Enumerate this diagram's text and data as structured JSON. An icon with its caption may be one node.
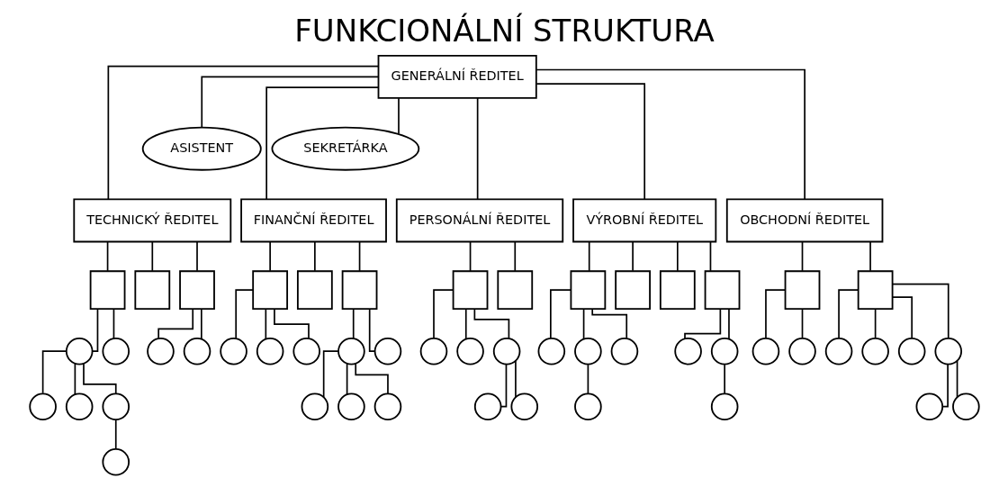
{
  "diagram": {
    "title": "FUNKCIONÁLNÍ STRUKTURA",
    "nodes": [
      {
        "text": [
          "GENERÁLNÍ ŘEDITEL"
        ]
      },
      {
        "text": [
          "ASISTENT"
        ]
      },
      {
        "text": [
          "SEKRETÁRKA"
        ]
      },
      {
        "text": [
          "TECHNICKÝ ŘEDITEL"
        ]
      },
      {
        "text": [
          "FINANČNÍ ŘEDITEL"
        ]
      },
      {
        "text": [
          "PERSONÁLNÍ ŘEDITEL"
        ]
      },
      {
        "text": [
          "VÝROBNÍ ŘEDITEL"
        ]
      },
      {
        "text": [
          "OBCHODNÍ ŘEDITEL"
        ]
      },
      {
        "text": [],
        "shape": "box"
      },
      {
        "text": [],
        "shape": "box"
      },
      {
        "text": [],
        "shape": "box"
      },
      {
        "text": [],
        "shape": "box"
      },
      {
        "text": [],
        "shape": "box"
      },
      {
        "text": [],
        "shape": "box"
      },
      {
        "text": [],
        "shape": "box"
      },
      {
        "text": [],
        "shape": "box"
      },
      {
        "text": [],
        "shape": "box"
      },
      {
        "text": [],
        "shape": "box"
      },
      {
        "text": [],
        "shape": "box"
      },
      {
        "text": [],
        "shape": "box"
      },
      {
        "text": [],
        "shape": "box"
      },
      {
        "text": [],
        "shape": "box"
      },
      {
        "text": [],
        "shape": "circle"
      },
      {
        "text": [],
        "shape": "circle"
      },
      {
        "text": [],
        "shape": "circle"
      },
      {
        "text": [],
        "shape": "circle"
      },
      {
        "text": [],
        "shape": "circle"
      },
      {
        "text": [],
        "shape": "circle"
      },
      {
        "text": [],
        "shape": "circle"
      },
      {
        "text": [],
        "shape": "circle"
      },
      {
        "text": [],
        "shape": "circle"
      },
      {
        "text": [],
        "shape": "circle"
      },
      {
        "text": [],
        "shape": "circle"
      },
      {
        "text": [],
        "shape": "circle"
      },
      {
        "text": [],
        "shape": "circle"
      },
      {
        "text": [],
        "shape": "circle"
      },
      {
        "text": [],
        "shape": "circle"
      },
      {
        "text": [],
        "shape": "circle"
      },
      {
        "text": [],
        "shape": "circle"
      },
      {
        "text": [],
        "shape": "circle"
      },
      {
        "text": [],
        "shape": "circle"
      },
      {
        "text": [],
        "shape": "circle"
      },
      {
        "text": [],
        "shape": "circle"
      },
      {
        "text": [],
        "shape": "circle"
      },
      {
        "text": [],
        "shape": "circle"
      },
      {
        "text": [],
        "shape": "circle"
      },
      {
        "text": [],
        "shape": "circle"
      },
      {
        "text": [],
        "shape": "circle"
      },
      {
        "text": [],
        "shape": "circle"
      },
      {
        "text": [],
        "shape": "circle"
      },
      {
        "text": [],
        "shape": "circle"
      },
      {
        "text": [],
        "shape": "circle"
      },
      {
        "text": [],
        "shape": "circle"
      },
      {
        "text": [],
        "shape": "circle"
      },
      {
        "text": [],
        "shape": "circle"
      },
      {
        "text": [],
        "shape": "circle"
      },
      {
        "text": [],
        "shape": "circle"
      },
      {
        "text": [],
        "shape": "circle"
      }
    ],
    "edges": [
      {
        "from": 0,
        "to": 1,
        "arrow": "none"
      },
      {
        "from": 0,
        "to": 2,
        "arrow": "none"
      },
      {
        "from": 0,
        "to": 3,
        "arrow": "none"
      },
      {
        "from": 0,
        "to": 4,
        "arrow": "none"
      },
      {
        "from": 0,
        "to": 5,
        "arrow": "none"
      },
      {
        "from": 0,
        "to": 6,
        "arrow": "none"
      },
      {
        "from": 0,
        "to": 7,
        "arrow": "none"
      },
      {
        "from": 3,
        "to": 8,
        "arrow": "none"
      },
      {
        "from": 3,
        "to": 9,
        "arrow": "none"
      },
      {
        "from": 3,
        "to": 10,
        "arrow": "none"
      },
      {
        "from": 4,
        "to": 11,
        "arrow": "none"
      },
      {
        "from": 4,
        "to": 12,
        "arrow": "none"
      },
      {
        "from": 4,
        "to": 13,
        "arrow": "none"
      },
      {
        "from": 5,
        "to": 14,
        "arrow": "none"
      },
      {
        "from": 5,
        "to": 15,
        "arrow": "none"
      },
      {
        "from": 6,
        "to": 16,
        "arrow": "none"
      },
      {
        "from": 6,
        "to": 17,
        "arrow": "none"
      },
      {
        "from": 6,
        "to": 18,
        "arrow": "none"
      },
      {
        "from": 6,
        "to": 19,
        "arrow": "none"
      },
      {
        "from": 7,
        "to": 20,
        "arrow": "none"
      },
      {
        "from": 7,
        "to": 21,
        "arrow": "none"
      },
      {
        "from": 8,
        "to": 22,
        "arrow": "none"
      },
      {
        "from": 8,
        "to": 23,
        "arrow": "none"
      },
      {
        "from": 10,
        "to": 24,
        "arrow": "none"
      },
      {
        "from": 10,
        "to": 25,
        "arrow": "none"
      },
      {
        "from": 11,
        "to": 26,
        "arrow": "none"
      },
      {
        "from": 11,
        "to": 27,
        "arrow": "none"
      },
      {
        "from": 11,
        "to": 28,
        "arrow": "none"
      },
      {
        "from": 13,
        "to": 29,
        "arrow": "none"
      },
      {
        "from": 13,
        "to": 30,
        "arrow": "none"
      },
      {
        "from": 14,
        "to": 31,
        "arrow": "none"
      },
      {
        "from": 14,
        "to": 32,
        "arrow": "none"
      },
      {
        "from": 14,
        "to": 33,
        "arrow": "none"
      },
      {
        "from": 16,
        "to": 34,
        "arrow": "none"
      },
      {
        "from": 16,
        "to": 35,
        "arrow": "none"
      },
      {
        "from": 16,
        "to": 36,
        "arrow": "none"
      },
      {
        "from": 19,
        "to": 37,
        "arrow": "none"
      },
      {
        "from": 19,
        "to": 38,
        "arrow": "none"
      },
      {
        "from": 20,
        "to": 39,
        "arrow": "none"
      },
      {
        "from": 20,
        "to": 40,
        "arrow": "none"
      },
      {
        "from": 21,
        "to": 41,
        "arrow": "none"
      },
      {
        "from": 21,
        "to": 42,
        "arrow": "none"
      },
      {
        "from": 21,
        "to": 43,
        "arrow": "none"
      },
      {
        "from": 21,
        "to": 44,
        "arrow": "none"
      },
      {
        "from": 22,
        "to": 45,
        "arrow": "none"
      },
      {
        "from": 22,
        "to": 46,
        "arrow": "none"
      },
      {
        "from": 22,
        "to": 47,
        "arrow": "none"
      },
      {
        "from": 29,
        "to": 48,
        "arrow": "none"
      },
      {
        "from": 29,
        "to": 49,
        "arrow": "none"
      },
      {
        "from": 29,
        "to": 50,
        "arrow": "none"
      },
      {
        "from": 33,
        "to": 51,
        "arrow": "none"
      },
      {
        "from": 33,
        "to": 52,
        "arrow": "none"
      },
      {
        "from": 35,
        "to": 53,
        "arrow": "none"
      },
      {
        "from": 38,
        "to": 54,
        "arrow": "none"
      },
      {
        "from": 44,
        "to": 55,
        "arrow": "none"
      },
      {
        "from": 44,
        "to": 56,
        "arrow": "none"
      },
      {
        "from": 47,
        "to": 57,
        "arrow": "none"
      }
    ]
  }
}
